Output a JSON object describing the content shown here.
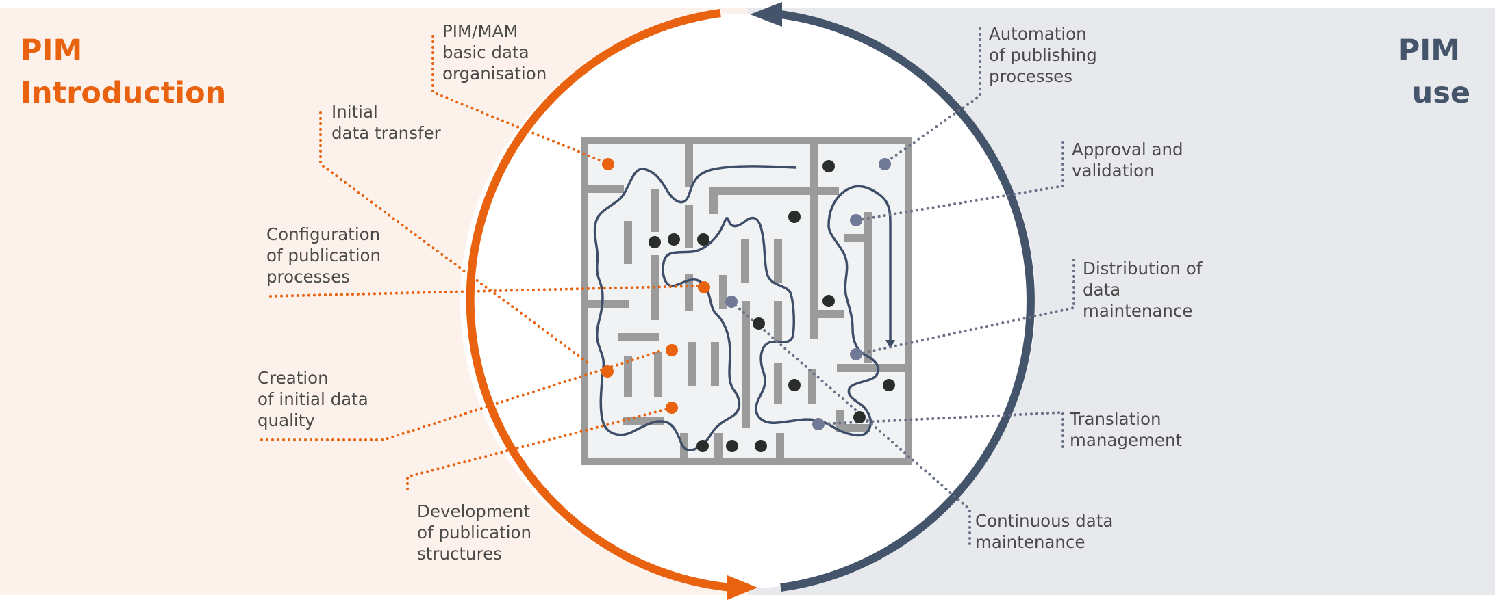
{
  "titles": {
    "left": [
      "PIM",
      "Introduction"
    ],
    "right": [
      "PIM",
      "use"
    ]
  },
  "colors": {
    "orange": "#e8620f",
    "navy": "#44546a",
    "left_bg": "#fdf2eb",
    "right_bg": "#e8e9ed",
    "maze_wall": "#9b9b9b",
    "maze_floor": "#f1f2f4",
    "dot_dark": "#2b2d2b",
    "dot_slate": "#707a96",
    "dotted_right": "#6a7187",
    "label_text": "#4a4a4a"
  },
  "left_labels": [
    {
      "id": "pim-mam",
      "lines": [
        "PIM/MAM",
        "basic data",
        "organisation"
      ]
    },
    {
      "id": "initial-data-transfer",
      "lines": [
        "Initial",
        "data transfer"
      ]
    },
    {
      "id": "configuration",
      "lines": [
        "Configuration",
        "of publication",
        "processes"
      ]
    },
    {
      "id": "creation",
      "lines": [
        "Creation",
        "of initial data",
        "quality"
      ]
    },
    {
      "id": "development",
      "lines": [
        "Development",
        "of publication",
        "structures"
      ]
    }
  ],
  "right_labels": [
    {
      "id": "automation",
      "lines": [
        "Automation",
        "of publishing",
        "processes"
      ]
    },
    {
      "id": "approval",
      "lines": [
        "Approval and",
        "validation"
      ]
    },
    {
      "id": "distribution",
      "lines": [
        "Distribution of",
        "data",
        "maintenance"
      ]
    },
    {
      "id": "translation",
      "lines": [
        "Translation",
        "management"
      ]
    },
    {
      "id": "continuous",
      "lines": [
        "Continuous data",
        "maintenance"
      ]
    }
  ],
  "icons": {
    "cycle": "circular-arrow-cycle-icon",
    "maze": "maze-icon"
  }
}
